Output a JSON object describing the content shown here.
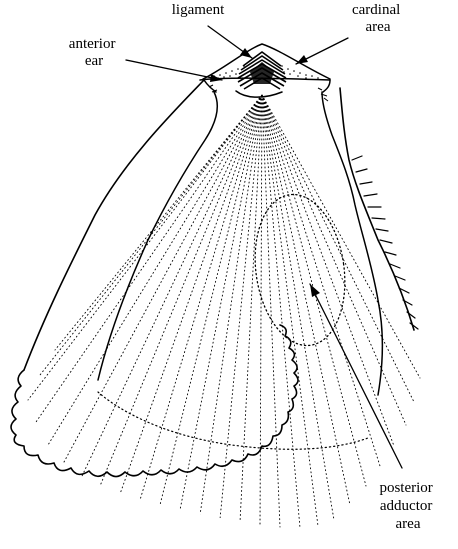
{
  "labels": {
    "ligament": "ligament",
    "cardinal_area": [
      "cardinal",
      "area"
    ],
    "anterior_ear": [
      "anterior",
      "ear"
    ],
    "posterior_adductor_area": [
      "posterior",
      "adductor",
      "area"
    ]
  },
  "colors": {
    "ink": "#000000",
    "background": "#ffffff"
  }
}
